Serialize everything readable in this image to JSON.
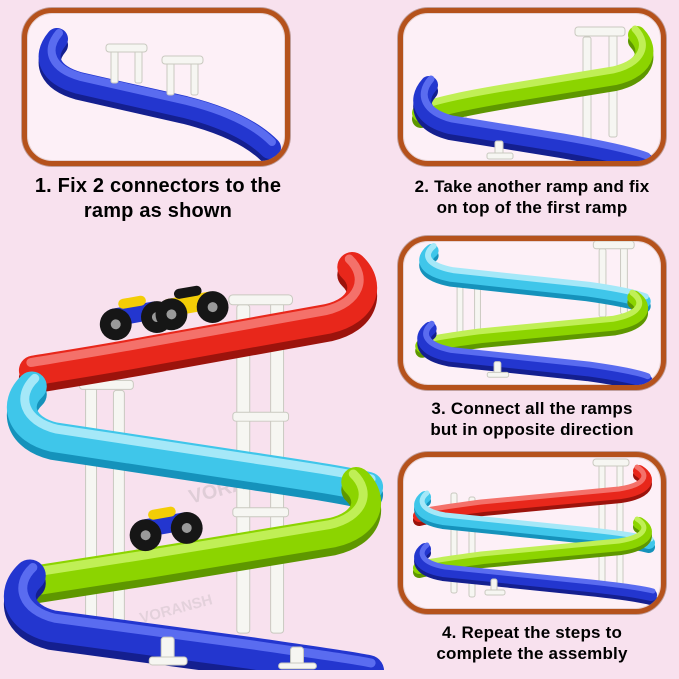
{
  "watermark": "VORANSH",
  "colors": {
    "bg": "#f8e1ee",
    "panel_bg": "#fdf0f7",
    "panel_border": "#b5521c",
    "text": "#000000",
    "ramp_blue": "#2336cf",
    "ramp_blue_dark": "#141f8f",
    "ramp_blue_light": "#5a6cf0",
    "ramp_green": "#8cd400",
    "ramp_green_dark": "#5e9700",
    "ramp_green_light": "#c0ef56",
    "ramp_cyan": "#3fc6ea",
    "ramp_cyan_dark": "#1592bb",
    "ramp_cyan_light": "#a5e8f8",
    "ramp_red": "#e8271b",
    "ramp_red_dark": "#9c130c",
    "ramp_red_light": "#f4716a",
    "connector_white": "#f6f6f2",
    "connector_shadow": "#c9c9c0",
    "wheel_black": "#161616",
    "wheel_hub": "#9a9a9a",
    "car_yellow": "#f3cd06"
  },
  "steps": [
    {
      "label": "1. Fix 2 connectors to the ramp as shown"
    },
    {
      "label": "2. Take another ramp and fix on top of the first ramp"
    },
    {
      "label": "3. Connect all the ramps but in opposite direction"
    },
    {
      "label": "4. Repeat the steps to complete the assembly"
    }
  ]
}
